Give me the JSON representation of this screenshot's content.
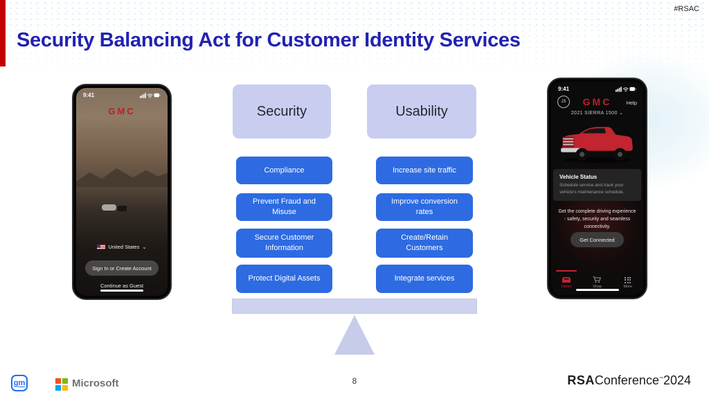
{
  "slide": {
    "hashtag": "#RSAC",
    "title": "Security Balancing Act for Customer Identity Services",
    "page_number": "8"
  },
  "colors": {
    "accent_red": "#c00000",
    "title_blue": "#2222b2",
    "button_blue": "#2e6be2",
    "panel_lavender": "#c9cdf0",
    "beam_lavender": "#cdd3ee"
  },
  "icons": {
    "chevron_down": "⌄",
    "trademark": "™"
  },
  "left_phone": {
    "status_time": "9:41",
    "brand": "GMC",
    "country": "United States",
    "sign_in_button": "Sign In or Create Account",
    "guest_link": "Continue as Guest"
  },
  "right_phone": {
    "status_time": "9:41",
    "avatar_initials": "JS",
    "brand": "GMC",
    "help_link": "Help",
    "vehicle_name": "2021 SIERRA 1500",
    "status_card": {
      "title": "Vehicle Status",
      "description": "Schedule service and track your vehicle's maintenance schedule."
    },
    "promo_text": "Get the complete driving experience - safety, security and seamless connectivity.",
    "connect_button": "Get Connected",
    "tabs": [
      {
        "label": "Home"
      },
      {
        "label": "Shop"
      },
      {
        "label": "More"
      }
    ]
  },
  "balance": {
    "left": {
      "header": "Security",
      "items": [
        "Compliance",
        "Prevent Fraud and Misuse",
        "Secure Customer Information",
        "Protect Digital Assets"
      ]
    },
    "right": {
      "header": "Usability",
      "items": [
        "Increase site traffic",
        "Improve conversion rates",
        "Create/Retain Customers",
        "Integrate services"
      ]
    }
  },
  "footer": {
    "gm_logo_text": "gm",
    "microsoft_label": "Microsoft",
    "rsa_bold": "RSA",
    "rsa_rest": "Conference",
    "rsa_year": "2024"
  }
}
